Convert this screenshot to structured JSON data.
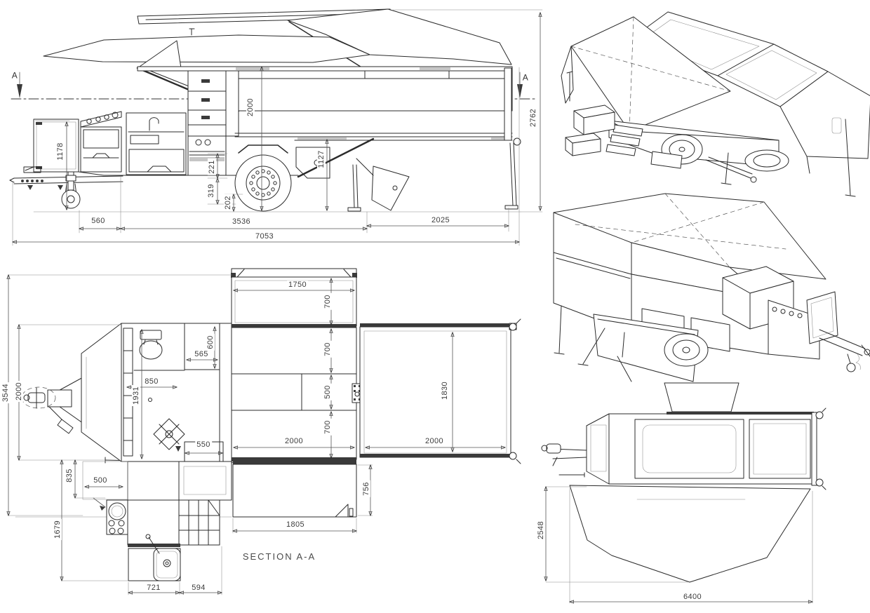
{
  "colors": {
    "background": "#ffffff",
    "line": "#2b2b2b",
    "dim_text": "#3c3c3c"
  },
  "views": {
    "side_elevation": {
      "section_marker_left": "A",
      "section_marker_right": "A",
      "dims": {
        "front_box_height": "1178",
        "interior_height": "2000",
        "upper_drawer": "221",
        "lower_drawer": "319",
        "ground_clearance": "202",
        "rear_platform_height": "1127",
        "overall_height": "2762",
        "drawbar": "560",
        "body_length": "3536",
        "rear_extension": "2025",
        "overall_length": "7053"
      }
    },
    "floor_plan": {
      "section_label": "SECTION A-A",
      "dims": {
        "open_width": "3544",
        "body_width": "2000",
        "roof_deck": "1750",
        "roof_deck_depth": "700",
        "cabinet_width": "565",
        "cabinet_depth": "600",
        "bathroom_width": "850",
        "cabin_length": "1931",
        "bed_front": "700",
        "bed_middle": "500",
        "bed_rear": "700",
        "left_deck": "2000",
        "main_deck_depth": "1830",
        "main_deck_length": "2000",
        "bench": "550",
        "galley_depth": "835",
        "galley_door": "500",
        "galley_length": "1679",
        "rear_deck_depth": "756",
        "rear_deck_length": "1805",
        "sink_unit": "721",
        "step_unit": "594"
      }
    },
    "awning_footprint": {
      "dims": {
        "awning_depth": "2548",
        "awning_span": "6400"
      }
    }
  }
}
